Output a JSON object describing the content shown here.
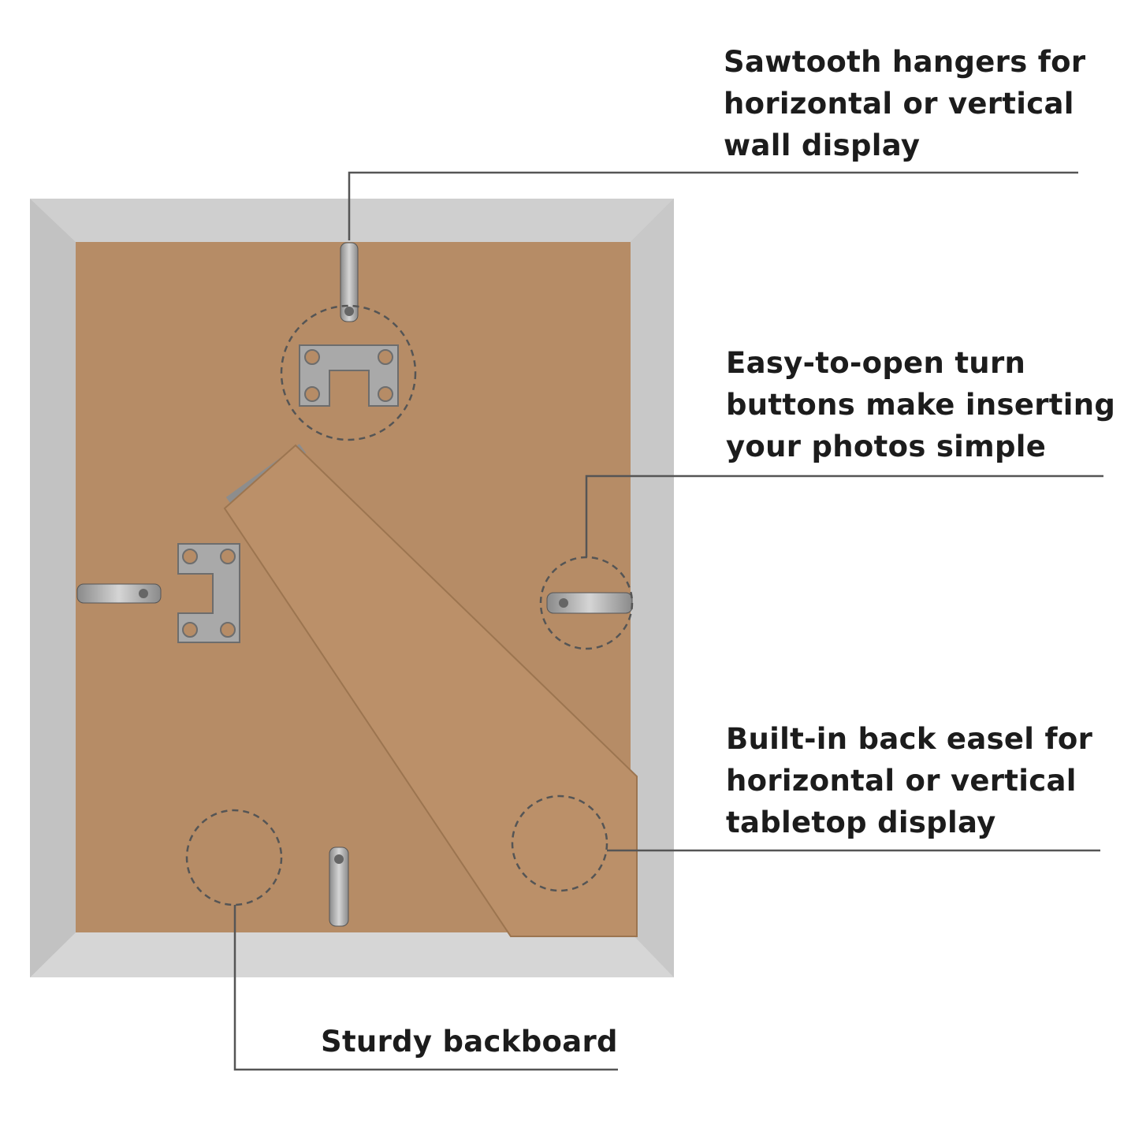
{
  "callouts": {
    "hangers": "Sawtooth hangers for horizontal or vertical wall display",
    "hangers_lines": [
      "Sawtooth hangers for",
      "horizontal or vertical",
      "wall display"
    ],
    "turn_buttons_lines": [
      "Easy-to-open turn",
      "buttons make inserting",
      "your photos simple"
    ],
    "easel_lines": [
      "Built-in back easel for",
      "horizontal or vertical",
      "tabletop display"
    ],
    "backboard": "Sturdy backboard"
  },
  "colors": {
    "frame": "#c4c4c4",
    "backboard": "#b68c66",
    "line": "#555555",
    "text": "#1c1c1c"
  }
}
